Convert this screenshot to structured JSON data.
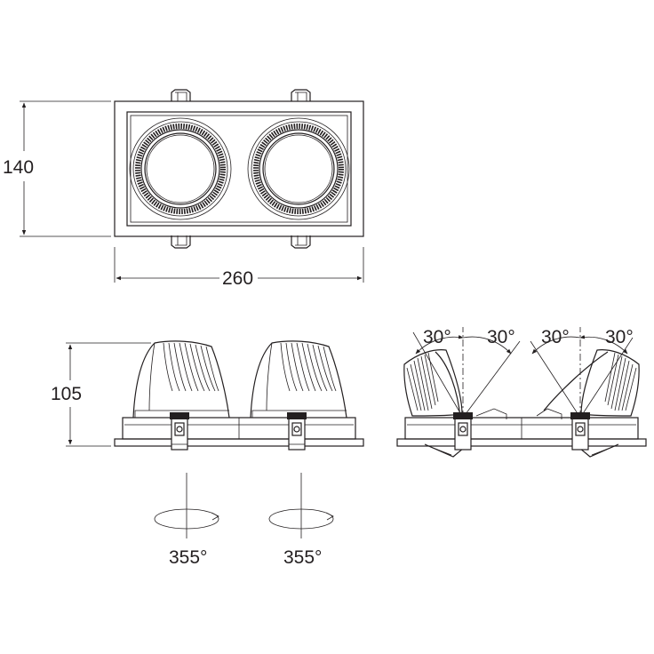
{
  "dimensions": {
    "height_top": "140",
    "width_top": "260",
    "height_side": "105",
    "tilt_1": "30°",
    "tilt_2": "30°",
    "tilt_3": "30°",
    "tilt_4": "30°",
    "rotation_1": "355°",
    "rotation_2": "355°"
  },
  "colors": {
    "line": "#231f20",
    "background": "#ffffff"
  }
}
